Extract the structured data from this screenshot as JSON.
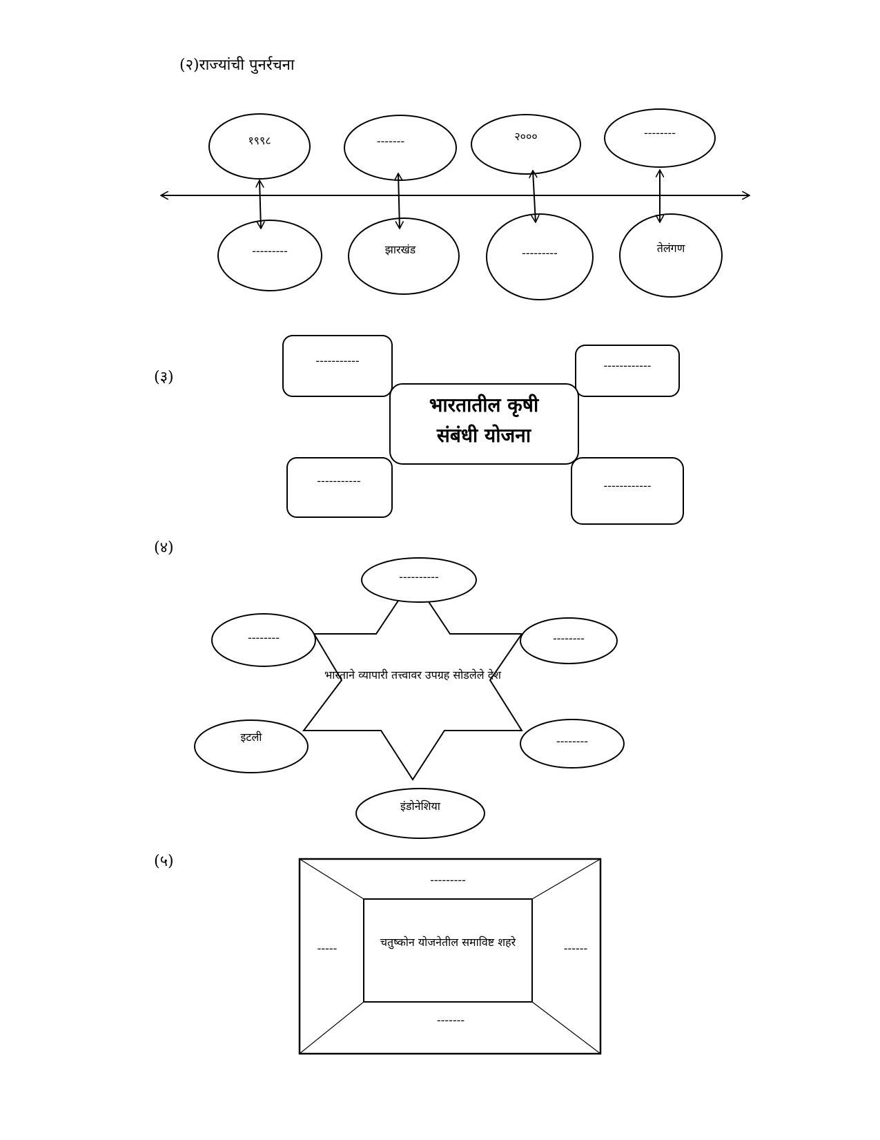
{
  "section2": {
    "heading": "(२)राज्यांची पुनर्रचना",
    "top_years": [
      "१९९८",
      "-------",
      "२०००",
      "--------"
    ],
    "bottom_states": [
      "---------",
      "झारखंड",
      "---------",
      "तेलंगण"
    ]
  },
  "section3": {
    "number": "(३)",
    "center_line1": "भारतातील कृषी",
    "center_line2": "संबंधी योजना",
    "boxes": [
      "-----------",
      "------------",
      "-----------",
      "------------"
    ]
  },
  "section4": {
    "number": "(४)",
    "center": "भारताने व्यापारी तत्त्वावर उपग्रह सोडलेले देश",
    "top": "----------",
    "upper_left": "--------",
    "upper_right": "--------",
    "lower_left": "इटली",
    "lower_right": "--------",
    "bottom": "इंडोनेशिया"
  },
  "section5": {
    "number": "(५)",
    "center": "चतुष्कोन योजनेतील समाविष्ट शहरे",
    "top": "---------",
    "left": "-----",
    "right": "------",
    "bottom": "-------"
  }
}
